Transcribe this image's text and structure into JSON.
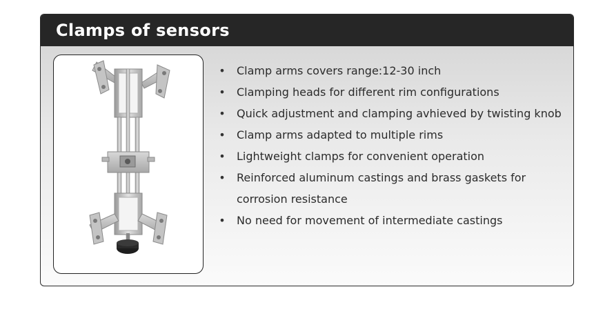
{
  "section": {
    "title": "Clamps of sensors"
  },
  "image": {
    "icon": "wheel-clamp-illustration"
  },
  "features": [
    "Clamp arms covers range:12-30 inch",
    "Clamping heads for different rim configurations",
    "Quick adjustment and clamping avhieved by twisting knob",
    "Clamp arms adapted to multiple rims",
    "Lightweight clamps for convenient operation",
    "Reinforced aluminum castings and brass gaskets for corrosion resistance",
    "No need for movement of intermediate castings"
  ],
  "colors": {
    "header_bg": "#262626",
    "header_text": "#ffffff",
    "body_text": "#2b2b2b"
  }
}
